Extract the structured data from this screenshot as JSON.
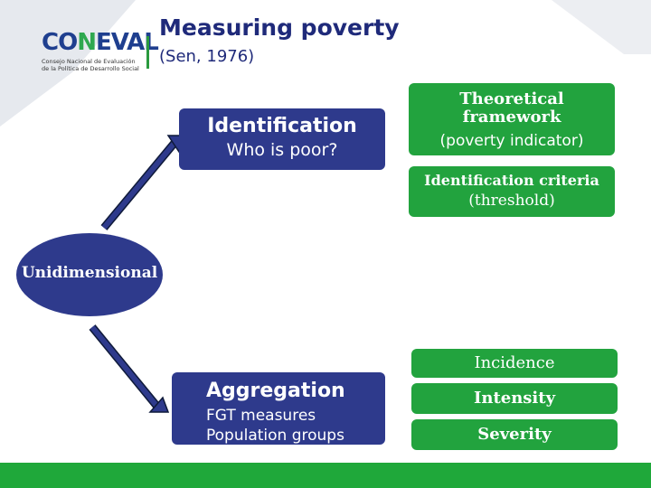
{
  "logo": {
    "word_part1": "CO",
    "word_part2": "N",
    "word_part3": "EVAL",
    "subtitle": "Consejo Nacional de Evaluación de la Política de Desarrollo Social"
  },
  "header": {
    "title": "Measuring poverty",
    "subtitle": "(Sen, 1976)"
  },
  "identification": {
    "title": "Identification",
    "question": "Who is poor?"
  },
  "aggregation": {
    "title": "Aggregation",
    "line1": "FGT measures",
    "line2": "Population groups"
  },
  "theoretical": {
    "title_line1": "Theoretical",
    "title_line2": "framework",
    "sub": "(poverty indicator)"
  },
  "criteria": {
    "title": "Identification criteria",
    "sub": "(threshold)"
  },
  "measures": {
    "incidence": "Incidence",
    "intensity": "Intensity",
    "severity": "Severity"
  },
  "center": {
    "label": "Unidimensional"
  },
  "colors": {
    "navy": "#2e3a8c",
    "green": "#22a33e",
    "title": "#1f2a7a",
    "footer": "#1fa83a"
  }
}
